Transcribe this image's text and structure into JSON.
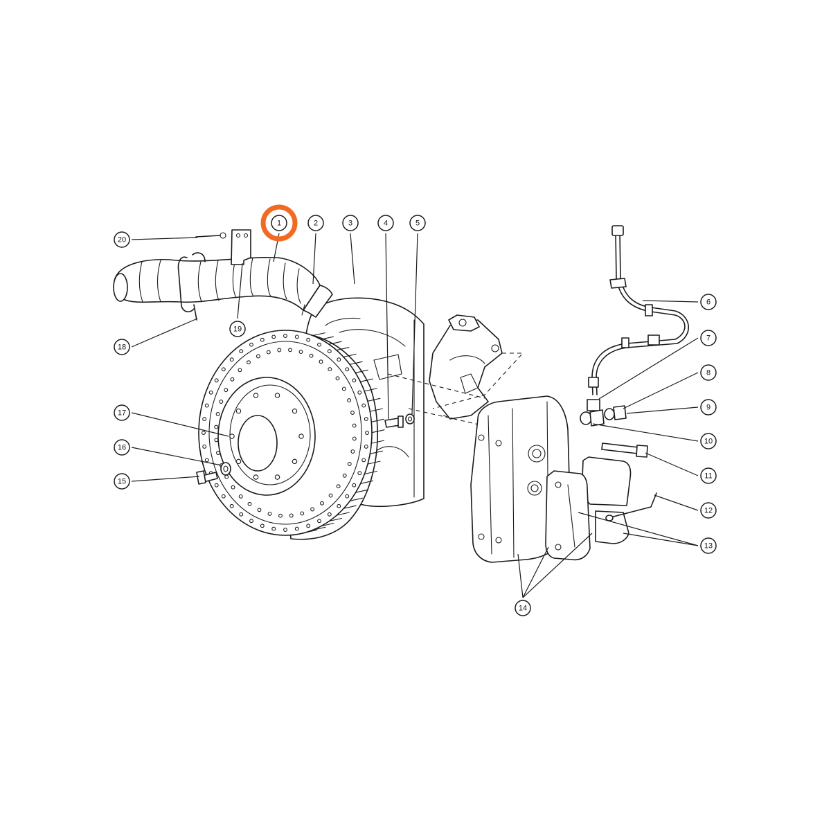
{
  "highlight": {
    "target": "1",
    "color": "#F26A21"
  },
  "callouts": [
    {
      "id": "c1",
      "label": "1"
    },
    {
      "id": "c2",
      "label": "2"
    },
    {
      "id": "c3",
      "label": "3"
    },
    {
      "id": "c4",
      "label": "4"
    },
    {
      "id": "c5",
      "label": "5"
    },
    {
      "id": "c6",
      "label": "6"
    },
    {
      "id": "c7",
      "label": "7"
    },
    {
      "id": "c8",
      "label": "8"
    },
    {
      "id": "c9",
      "label": "9"
    },
    {
      "id": "c10",
      "label": "10"
    },
    {
      "id": "c11",
      "label": "11"
    },
    {
      "id": "c12",
      "label": "12"
    },
    {
      "id": "c13",
      "label": "13"
    },
    {
      "id": "c14",
      "label": "14"
    },
    {
      "id": "c15",
      "label": "15"
    },
    {
      "id": "c16",
      "label": "16"
    },
    {
      "id": "c17",
      "label": "17"
    },
    {
      "id": "c18",
      "label": "18"
    },
    {
      "id": "c19",
      "label": "19"
    },
    {
      "id": "c20",
      "label": "20"
    }
  ]
}
